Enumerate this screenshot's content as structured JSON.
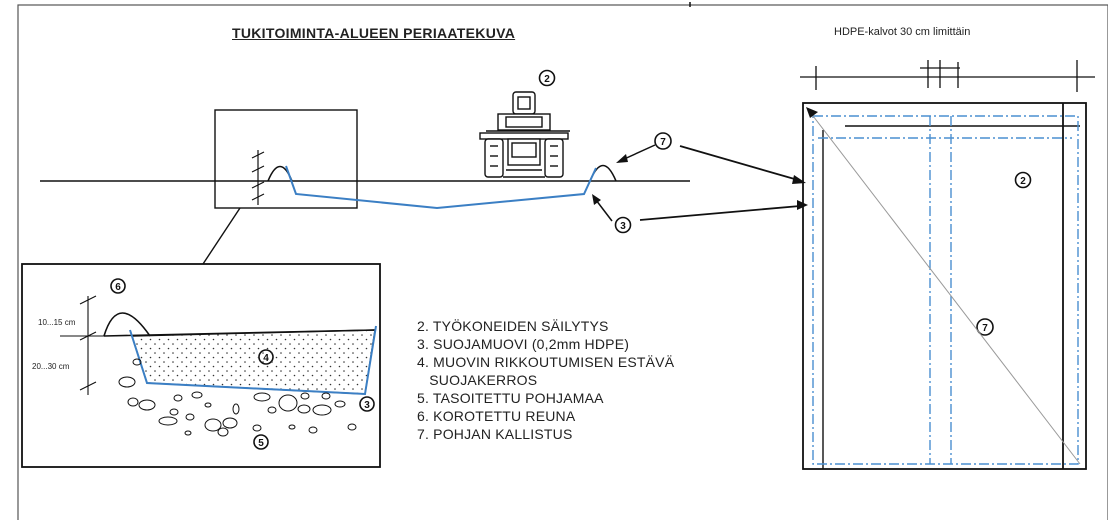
{
  "title": "TUKITOIMINTA-ALUEEN  PERIAATEKUVA",
  "hdpe_label": "HDPE-kalvot 30 cm limittäin",
  "dimensions": {
    "top": "10...15 cm",
    "bottom": "20...30 cm"
  },
  "legend": [
    "2. TYÖKONEIDEN SÄILYTYS",
    "3. SUOJAMUOVI (0,2mm HDPE)",
    "4. MUOVIN RIKKOUTUMISEN ESTÄVÄ",
    "   SUOJAKERROS",
    "5. TASOITETTU POHJAMAA",
    "6. KOROTETTU REUNA",
    "7. POHJAN KALLISTUS"
  ],
  "markers": {
    "machine": "2",
    "berm_edge": "7",
    "liner": "3",
    "detail_berm": "6",
    "detail_layer": "4",
    "detail_liner": "3",
    "detail_subgrade": "5",
    "plan_machines": "2",
    "plan_slope": "7"
  },
  "colors": {
    "liner": "#3b7fc4",
    "line": "#111111",
    "dash": "#4a8fd0"
  }
}
